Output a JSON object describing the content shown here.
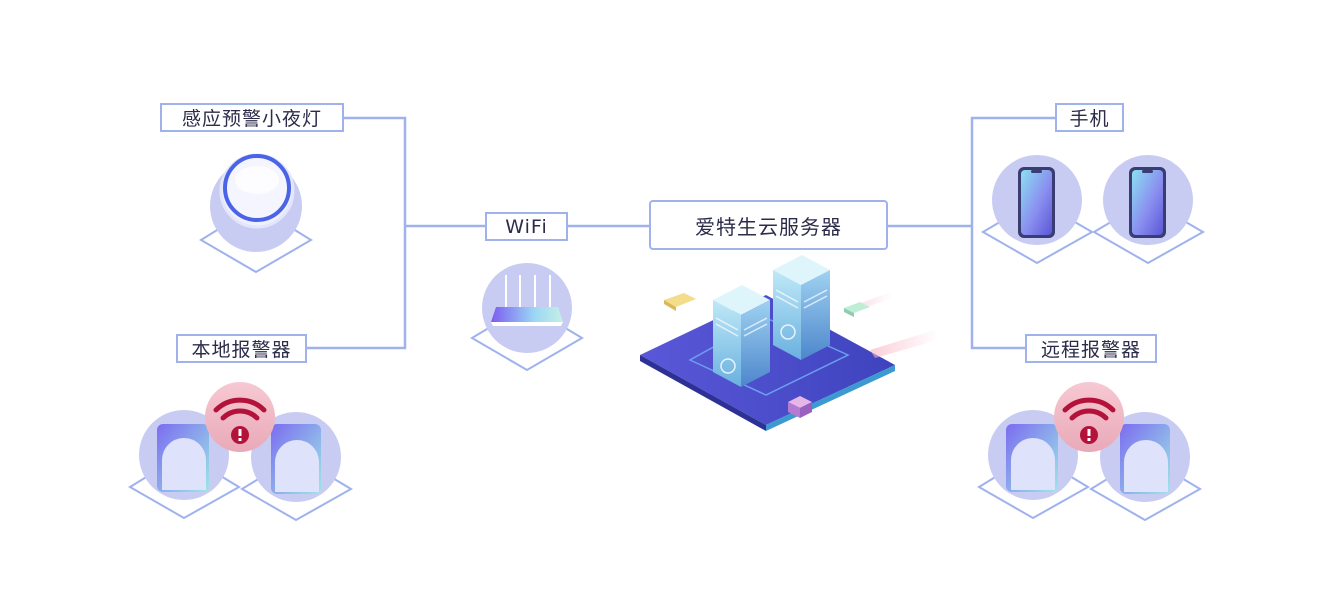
{
  "nodes": {
    "night_light": "感应预警小夜灯",
    "local_alarm": "本地报警器",
    "wifi": "WiFi",
    "cloud_server": "爱特生云服务器",
    "phone": "手机",
    "remote_alarm": "远程报警器"
  },
  "colors": {
    "connector": "#9fb2ec",
    "device_circle": "#c9ccf2",
    "platform": "#4a4fcf",
    "alarm_red": "#b3123a",
    "phone_body": "#6f7fe0"
  }
}
